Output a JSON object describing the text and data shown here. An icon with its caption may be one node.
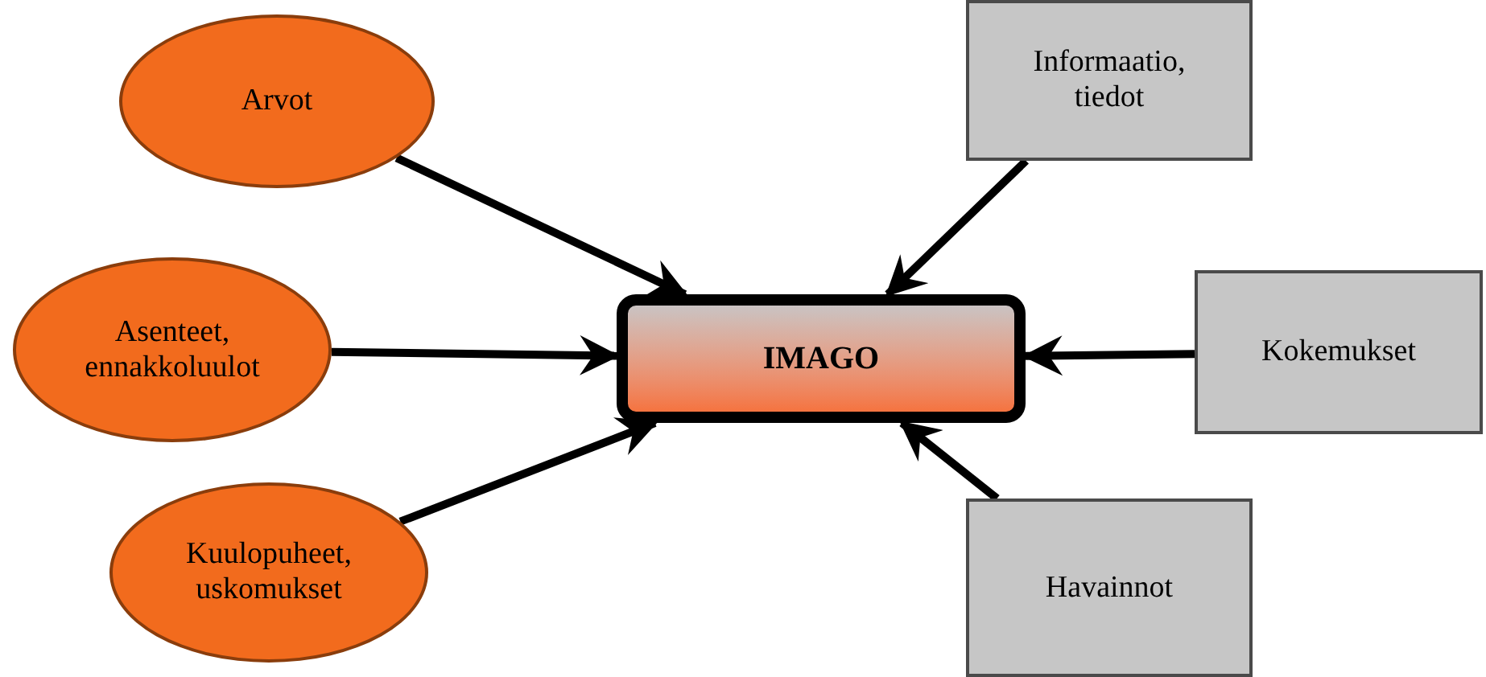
{
  "diagram": {
    "nodes": [
      {
        "text": [
          "Arvot"
        ]
      },
      {
        "text": [
          "Informaatio, tiedot"
        ]
      },
      {
        "text": [
          "Asenteet, ennakkoluulot"
        ]
      },
      {
        "text": [
          "IMAGO"
        ]
      },
      {
        "text": [
          "Kokemukset"
        ]
      },
      {
        "text": [
          "Kuulopuheet, uskomukset"
        ]
      },
      {
        "text": [
          "Havainnot"
        ]
      }
    ],
    "edges": [
      {
        "from": 0,
        "to": 3,
        "arrow": "to"
      },
      {
        "from": 1,
        "to": 3,
        "arrow": "to"
      },
      {
        "from": 2,
        "to": 3,
        "arrow": "to"
      },
      {
        "from": 4,
        "to": 3,
        "arrow": "to"
      },
      {
        "from": 5,
        "to": 3,
        "arrow": "to"
      },
      {
        "from": 6,
        "to": 3,
        "arrow": "to"
      }
    ]
  }
}
